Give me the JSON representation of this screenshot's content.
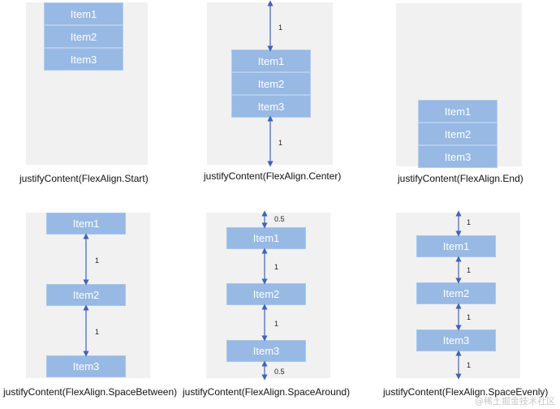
{
  "panels": [
    {
      "caption": "justifyContent(FlexAlign.Start)",
      "items": [
        "Item1",
        "Item2",
        "Item3"
      ]
    },
    {
      "caption": "justifyContent(FlexAlign.Center)",
      "items": [
        "Item1",
        "Item2",
        "Item3"
      ],
      "gaps": [
        "1",
        "1"
      ]
    },
    {
      "caption": "justifyContent(FlexAlign.End)",
      "items": [
        "Item1",
        "Item2",
        "Item3"
      ]
    },
    {
      "caption": "justifyContent(FlexAlign.SpaceBetween)",
      "items": [
        "Item1",
        "Item2",
        "Item3"
      ],
      "gaps": [
        "1",
        "1"
      ]
    },
    {
      "caption": "justifyContent(FlexAlign.SpaceAround)",
      "items": [
        "Item1",
        "Item2",
        "Item3"
      ],
      "gaps": [
        "0.5",
        "1",
        "1",
        "0.5"
      ]
    },
    {
      "caption": "justifyContent(FlexAlign.SpaceEvenly)",
      "items": [
        "Item1",
        "Item2",
        "Item3"
      ],
      "gaps": [
        "1",
        "1",
        "1",
        "1"
      ]
    }
  ],
  "watermark": "@稀土掘金技术社区",
  "colors": {
    "item": "#97b9e4",
    "panel": "#f1f1f1",
    "arrow": "#3f63b8"
  }
}
